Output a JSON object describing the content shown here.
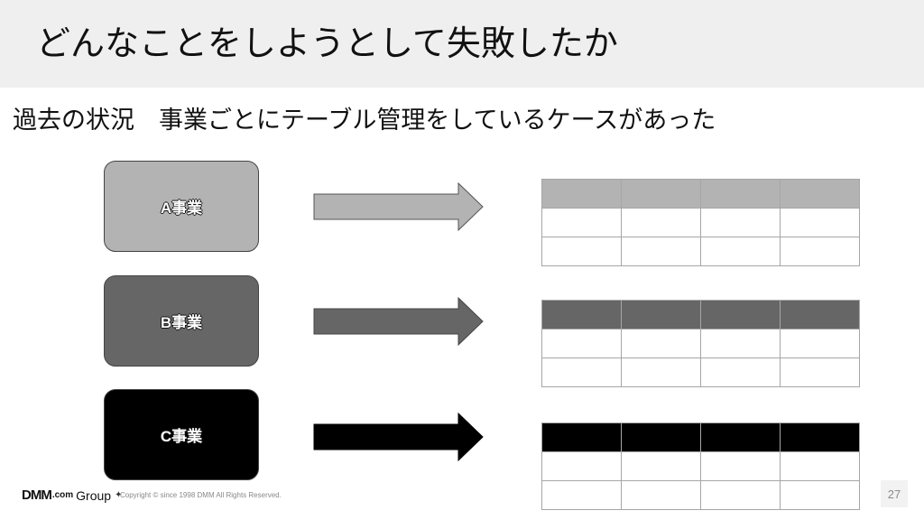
{
  "slide": {
    "title": "どんなことをしようとして失敗したか",
    "subtitle": "過去の状況　事業ごとにテーブル管理をしているケースがあった",
    "page_number": "27"
  },
  "businesses": [
    {
      "label": "A事業",
      "color": "#b3b3b3",
      "header_color": "#b3b3b3"
    },
    {
      "label": "B事業",
      "color": "#666666",
      "header_color": "#666666"
    },
    {
      "label": "C事業",
      "color": "#000000",
      "header_color": "#000000"
    }
  ],
  "table": {
    "columns": 4,
    "rows": 3
  },
  "footer": {
    "logo_dmm": "DMM",
    "logo_com": ".com",
    "logo_group": "Group",
    "copyright": "Copyright © since 1998 DMM All Rights Reserved."
  }
}
